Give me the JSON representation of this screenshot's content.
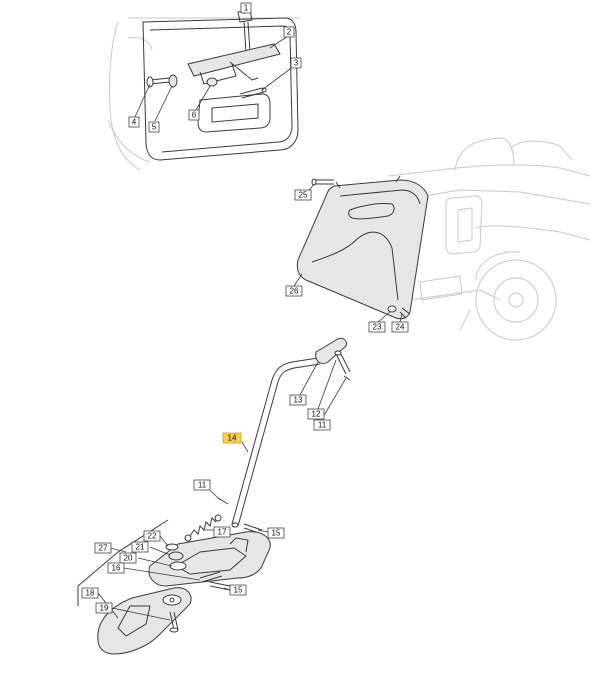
{
  "highlight_color": "#f5cf4d",
  "callouts": [
    {
      "id": "c1",
      "label": "1"
    },
    {
      "id": "c2",
      "label": "2"
    },
    {
      "id": "c3",
      "label": "3"
    },
    {
      "id": "c4",
      "label": "4"
    },
    {
      "id": "c5",
      "label": "5"
    },
    {
      "id": "c6",
      "label": "6"
    },
    {
      "id": "c25",
      "label": "25"
    },
    {
      "id": "c26",
      "label": "26"
    },
    {
      "id": "c23",
      "label": "23"
    },
    {
      "id": "c24",
      "label": "24"
    },
    {
      "id": "c13",
      "label": "13"
    },
    {
      "id": "c12",
      "label": "12"
    },
    {
      "id": "c11a",
      "label": "11"
    },
    {
      "id": "c14",
      "label": "14",
      "highlighted": true
    },
    {
      "id": "c11b",
      "label": "11"
    },
    {
      "id": "c17",
      "label": "17"
    },
    {
      "id": "c15a",
      "label": "15"
    },
    {
      "id": "c27",
      "label": "27"
    },
    {
      "id": "c22",
      "label": "22"
    },
    {
      "id": "c21",
      "label": "21"
    },
    {
      "id": "c20",
      "label": "20"
    },
    {
      "id": "c16",
      "label": "16"
    },
    {
      "id": "c15b",
      "label": "15"
    },
    {
      "id": "c19",
      "label": "19"
    },
    {
      "id": "c18",
      "label": "18"
    }
  ]
}
